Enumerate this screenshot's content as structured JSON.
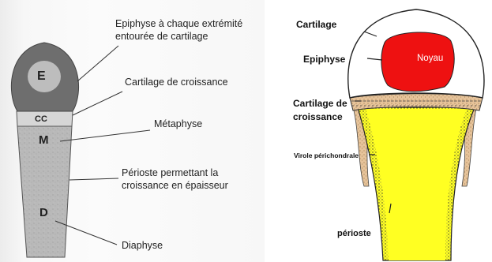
{
  "left_diagram": {
    "segments": {
      "epiphysis_letter": "E",
      "growth_cartilage_letter": "CC",
      "metaphysis_letter": "M",
      "diaphysis_letter": "D"
    },
    "labels": {
      "epiphysis_line1": "Epiphyse à chaque extrémité",
      "epiphysis_line2": "entourée de cartilage",
      "growth_cartilage": "Cartilage de croissance",
      "metaphysis": "Métaphyse",
      "periosteum_line1": "Périoste permettant la",
      "periosteum_line2": "croissance en épaisseur",
      "diaphysis": "Diaphyse"
    }
  },
  "right_diagram": {
    "labels": {
      "cartilage": "Cartilage",
      "epiphysis": "Epiphyse",
      "nucleus": "Noyau",
      "growth_cartilage_line1": "Cartilage de",
      "growth_cartilage_line2": "croissance",
      "perichondral_ring": "Virole périchondrale",
      "periosteum": "périoste"
    }
  },
  "colors": {
    "epiphysis_outer": "#6e6e6e",
    "epiphysis_inner": "#bdbdbd",
    "growth_cartilage_band": "#d6d6d6",
    "shaft": "#b8b8b8",
    "nucleus": "#ee1111",
    "diaphysis_yellow": "#ffff22",
    "cartilage_tan": "#e6c39a"
  }
}
